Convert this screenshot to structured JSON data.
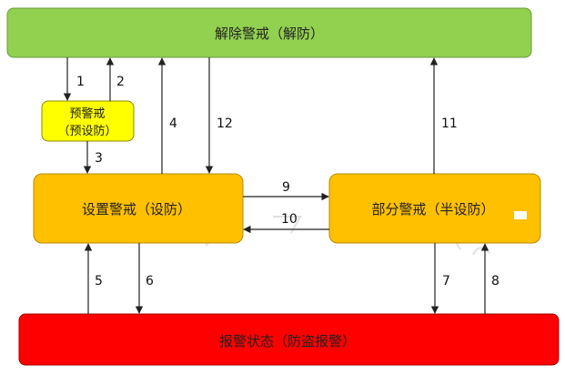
{
  "diagram": {
    "nodes": {
      "disarm": {
        "label": "解除警戒（解防）",
        "fill": "#92d050",
        "stroke": "#6a9a3a",
        "text_color": "#222222"
      },
      "pre_arm": {
        "label_line1": "预警戒",
        "label_line2": "（预设防）",
        "fill": "#ffff00",
        "stroke": "#8a8a00",
        "text_color": "#222222"
      },
      "arm": {
        "label": "设置警戒（设防）",
        "fill": "#ffc000",
        "stroke": "#b88a00",
        "text_color": "#222222"
      },
      "partial_arm": {
        "label": "部分警戒（半设防）",
        "fill": "#ffc000",
        "stroke": "#b88a00",
        "text_color": "#222222"
      },
      "alarm": {
        "label": "报警状态（防盗报警）",
        "fill": "#ff0000",
        "stroke": "#a00000",
        "text_color": "#222222"
      }
    },
    "edges": [
      {
        "id": "1",
        "label": "1",
        "from": "disarm",
        "to": "pre_arm"
      },
      {
        "id": "2",
        "label": "2",
        "from": "pre_arm",
        "to": "disarm"
      },
      {
        "id": "3",
        "label": "3",
        "from": "pre_arm",
        "to": "arm"
      },
      {
        "id": "4",
        "label": "4",
        "from": "arm",
        "to": "disarm"
      },
      {
        "id": "12",
        "label": "12",
        "from": "disarm",
        "to": "arm"
      },
      {
        "id": "9",
        "label": "9",
        "from": "arm",
        "to": "partial_arm"
      },
      {
        "id": "10",
        "label": "10",
        "from": "partial_arm",
        "to": "arm"
      },
      {
        "id": "11",
        "label": "11",
        "from": "partial_arm",
        "to": "disarm"
      },
      {
        "id": "5",
        "label": "5",
        "from": "alarm",
        "to": "arm"
      },
      {
        "id": "6",
        "label": "6",
        "from": "arm",
        "to": "alarm"
      },
      {
        "id": "7",
        "label": "7",
        "from": "partial_arm",
        "to": "alarm"
      },
      {
        "id": "8",
        "label": "8",
        "from": "alarm",
        "to": "partial_arm"
      }
    ],
    "arrow_color": "#222222",
    "label_color": "#111111"
  }
}
